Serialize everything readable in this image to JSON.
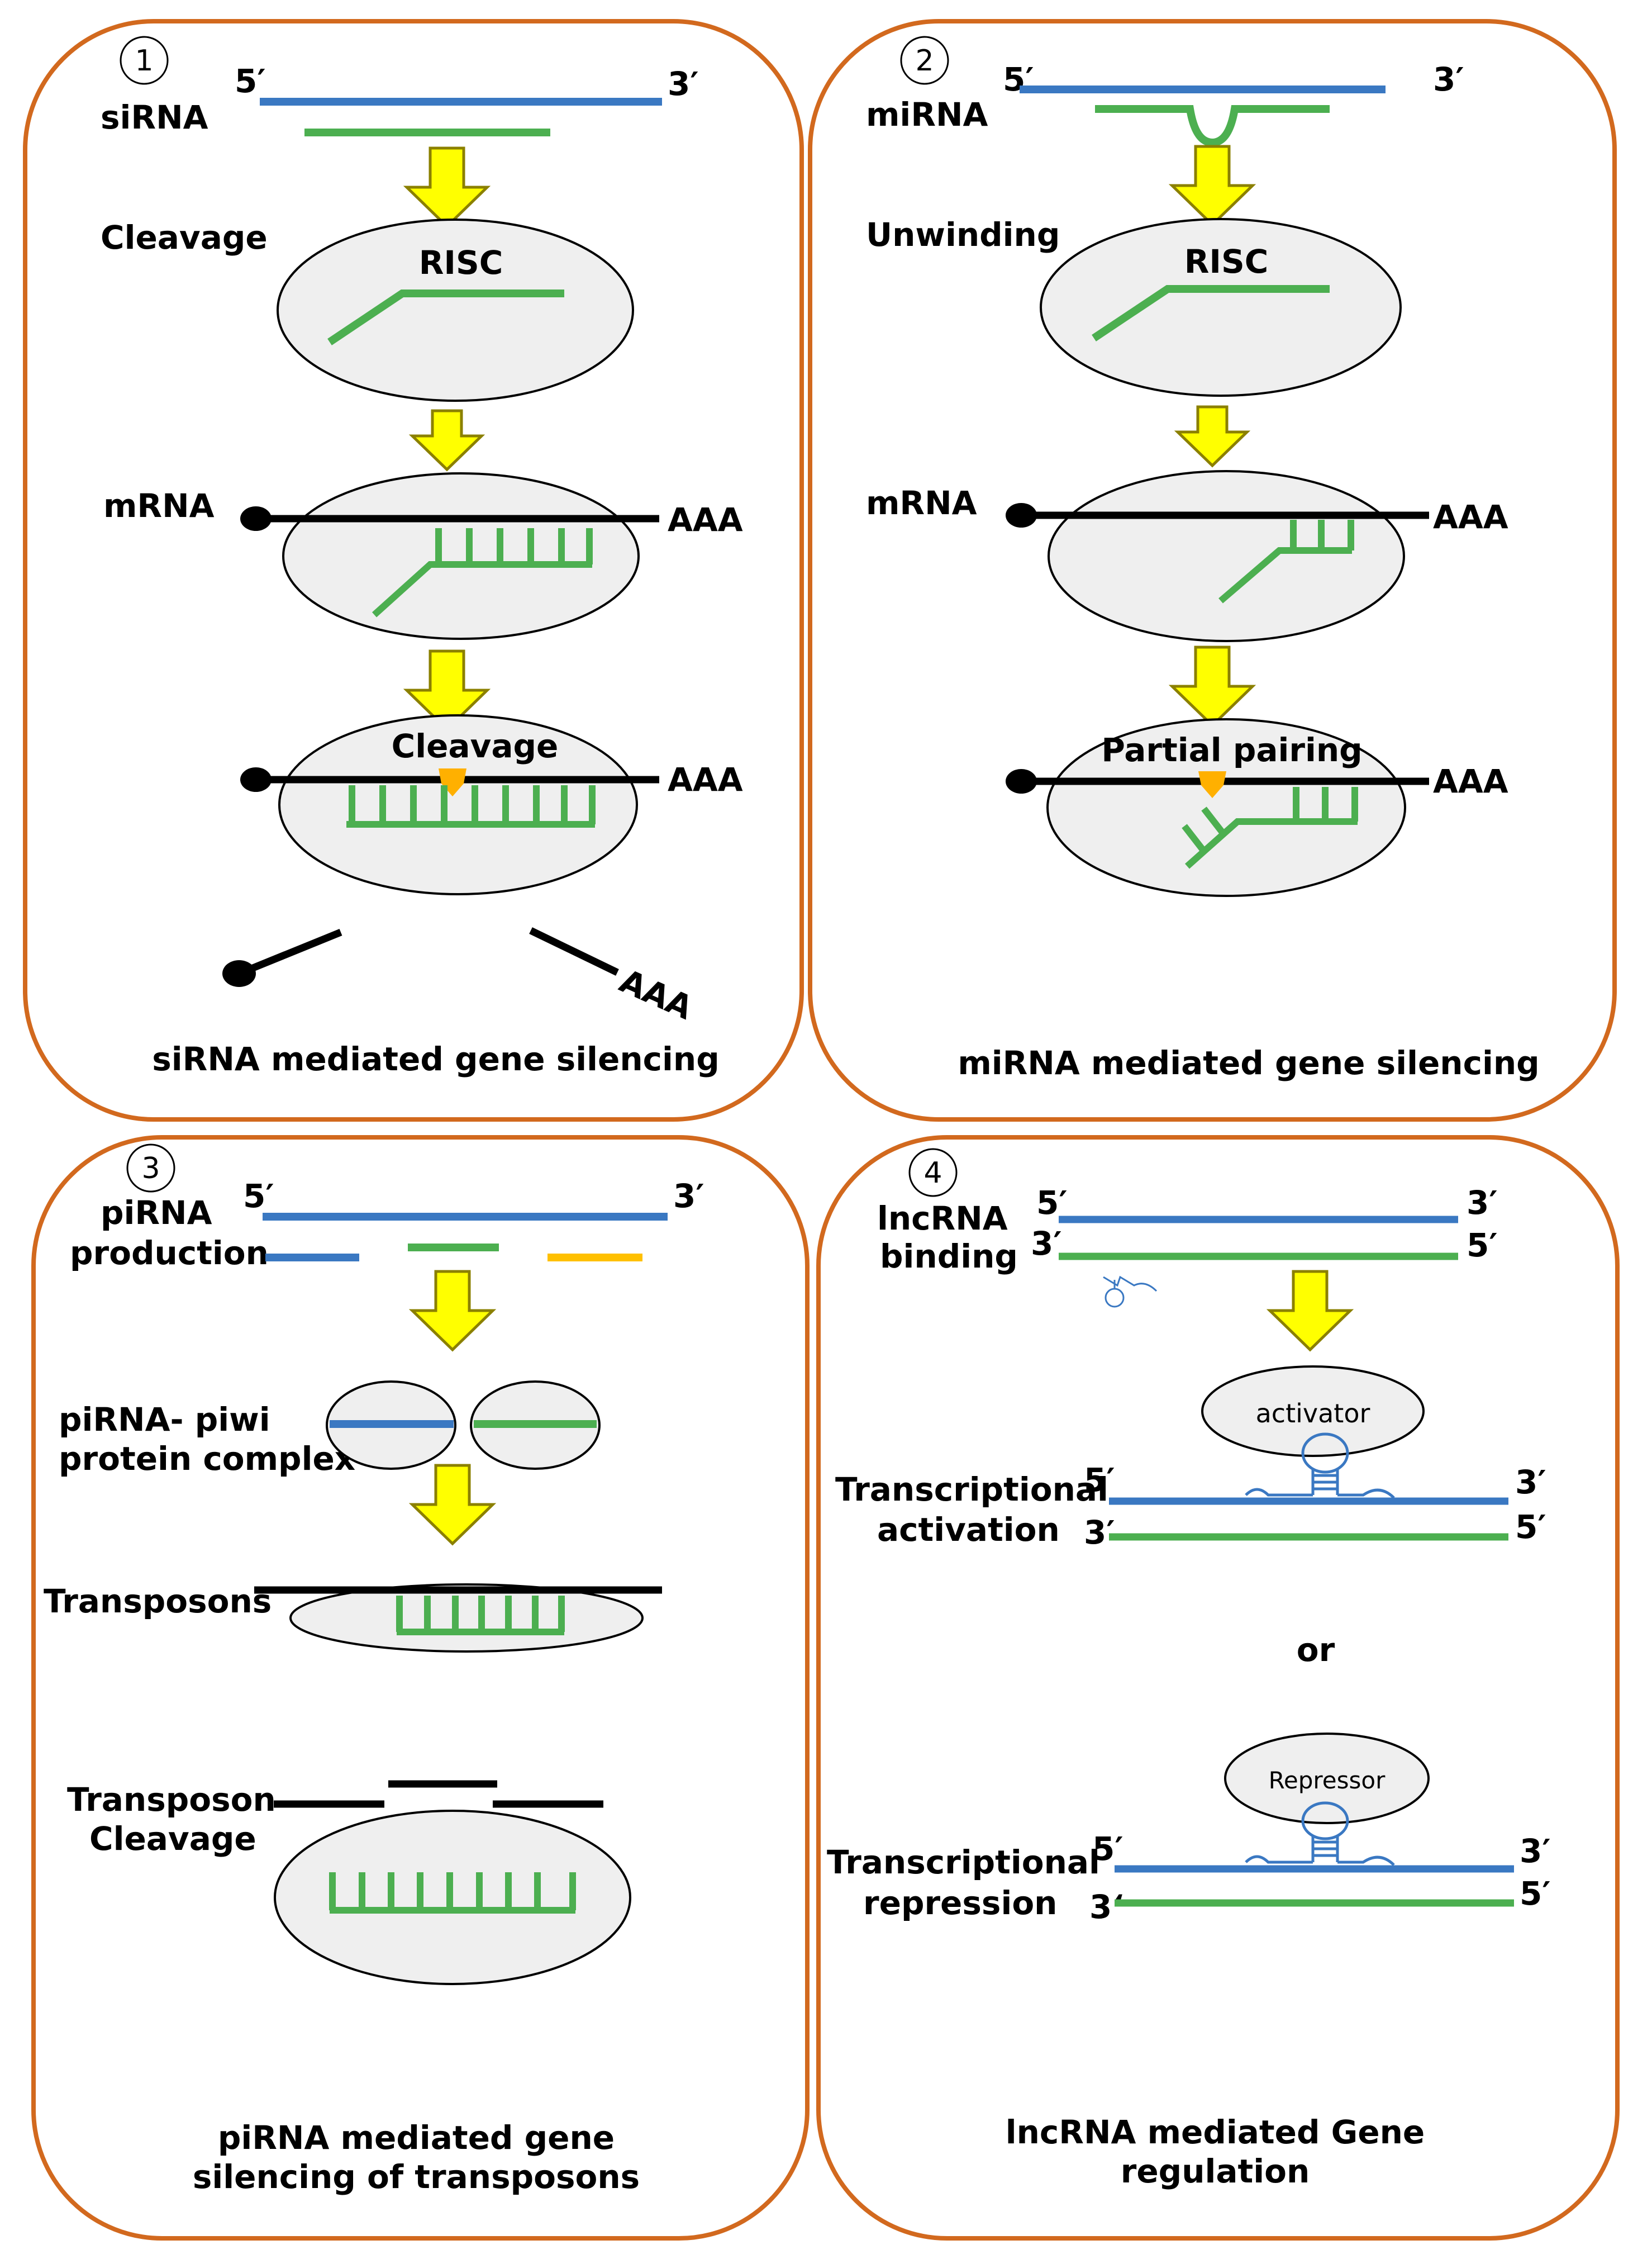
{
  "colors": {
    "panel_border": "#D2691E",
    "blue_strand": "#3A78C2",
    "green_strand": "#4CAF50",
    "orange_strand": "#FFC000",
    "arrow_fill": "#FFFF00",
    "arrow_stroke": "#8B8000",
    "ellipse_fill": "#EFEFEF",
    "cleave_mark": "#FFB000"
  },
  "panel1": {
    "num": "1",
    "five": "5′",
    "three": "3′",
    "sirna": "siRNA",
    "cleavage_step": "Cleavage",
    "risc": "RISC",
    "mrna": "mRNA",
    "aaa1": "AAA",
    "cleavage_label": "Cleavage",
    "aaa2": "AAA",
    "aaa3": "AAA",
    "caption": "siRNA mediated gene silencing"
  },
  "panel2": {
    "num": "2",
    "five": "5′",
    "three": "3′",
    "mirna": "miRNA",
    "unwinding": "Unwinding",
    "risc": "RISC",
    "mrna": "mRNA",
    "aaa1": "AAA",
    "partial": "Partial pairing",
    "aaa2": "AAA",
    "caption": "miRNA mediated gene silencing"
  },
  "panel3": {
    "num": "3",
    "five": "5′",
    "three": "3′",
    "pirna": "piRNA",
    "production": "production",
    "complex1": "piRNA- piwi",
    "complex2": "protein complex",
    "transposons": "Transposons",
    "tcleave1": "Transposon",
    "tcleave2": "Cleavage",
    "caption1": "piRNA mediated gene",
    "caption2": "silencing of transposons"
  },
  "panel4": {
    "num": "4",
    "five_a": "5′",
    "three_a": "3′",
    "three_b": "3′",
    "five_b": "5′",
    "lncrna": "lncRNA",
    "binding": "binding",
    "activator": "activator",
    "ta1": "Transcriptional",
    "ta2": "activation",
    "act_five": "5′",
    "act_three": "3′",
    "act_three2": "3′",
    "act_five2": "5′",
    "or": "or",
    "repressor": "Repressor",
    "tr1": "Transcriptional",
    "tr2": "repression",
    "rep_five": "5′",
    "rep_three": "3′",
    "rep_three2": "3‘",
    "rep_five2": "5′",
    "caption1": "lncRNA mediated Gene",
    "caption2": "regulation"
  }
}
